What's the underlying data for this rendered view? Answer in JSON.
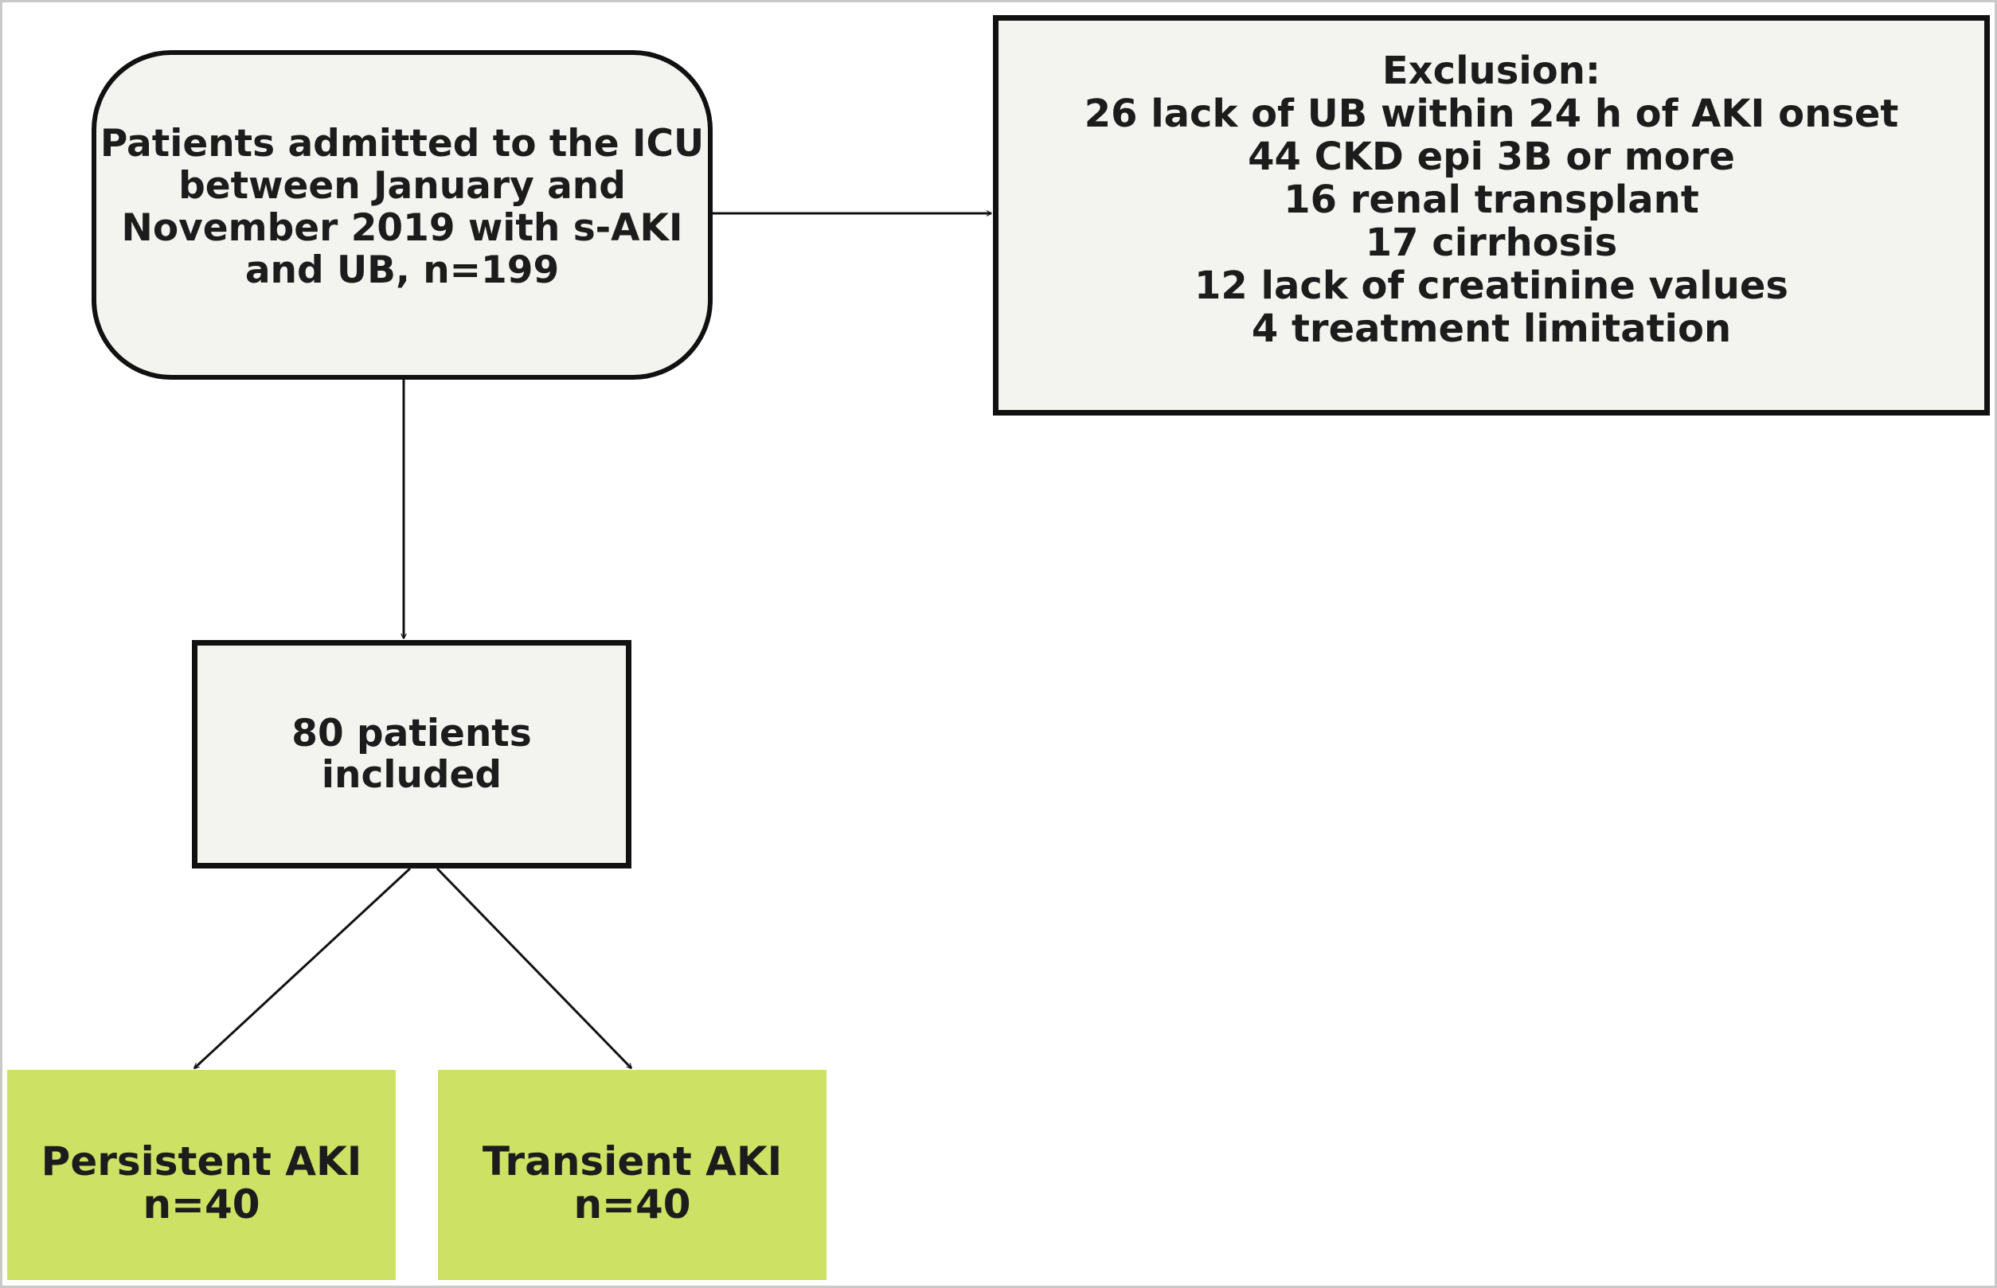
{
  "diagram": {
    "start_box": {
      "lines": [
        "Patients admitted to the ICU",
        "between January and",
        "November 2019 with s-AKI",
        "and UB, n=199"
      ]
    },
    "exclusion_box": {
      "lines": [
        "Exclusion:",
        "26 lack of UB within 24 h of AKI onset",
        "44 CKD epi 3B or more",
        "16 renal transplant",
        "17 cirrhosis",
        "12 lack of creatinine values",
        "4 treatment limitation"
      ]
    },
    "included_box": {
      "lines": [
        "80 patients",
        "included"
      ]
    },
    "persistent_box": {
      "lines": [
        "Persistent AKI",
        "n=40"
      ]
    },
    "transient_box": {
      "lines": [
        "Transient AKI",
        "n=40"
      ]
    },
    "colors": {
      "box_fill": "#f3f4ef",
      "outcome_fill": "#cde164",
      "stroke": "#111111"
    }
  }
}
